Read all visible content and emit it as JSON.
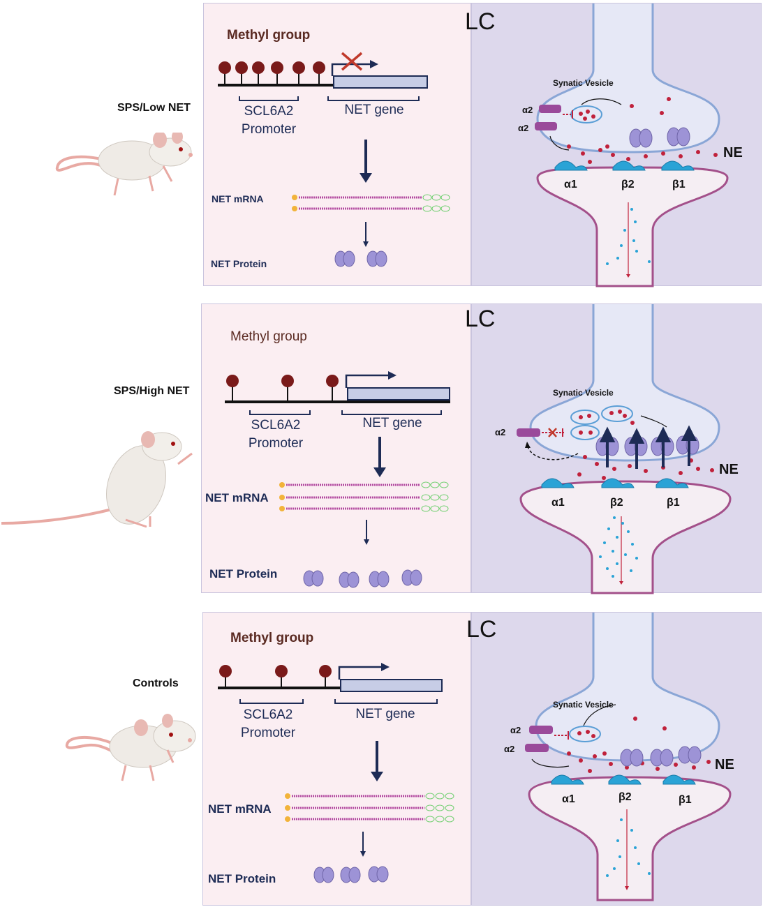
{
  "panels": [
    {
      "group_label": "SPS/Low NET",
      "methyl_title": "Methyl group",
      "promoter_label_1": "SCL6A2",
      "promoter_label_2": "Promoter",
      "gene_label": "NET gene",
      "mrna_label": "NET mRNA",
      "protein_label": "NET Protein",
      "lc_label": "LC",
      "vesicle_label": "Synatic Vesicle",
      "alpha2_labels": [
        "α2",
        "α2"
      ],
      "ne_label": "NE",
      "receptors": [
        "α1",
        "β2",
        "β1"
      ]
    },
    {
      "group_label": "SPS/High NET",
      "methyl_title": "Methyl group",
      "promoter_label_1": "SCL6A2",
      "promoter_label_2": "Promoter",
      "gene_label": "NET gene",
      "mrna_label": "NET mRNA",
      "protein_label": "NET Protein",
      "lc_label": "LC",
      "vesicle_label": "Synatic Vesicle",
      "alpha2_labels": [
        "α2"
      ],
      "ne_label": "NE",
      "receptors": [
        "α1",
        "β2",
        "β1"
      ]
    },
    {
      "group_label": "Controls",
      "methyl_title": "Methyl group",
      "promoter_label_1": "SCL6A2",
      "promoter_label_2": "Promoter",
      "gene_label": "NET gene",
      "mrna_label": "NET mRNA",
      "protein_label": "NET Protein",
      "lc_label": "LC",
      "vesicle_label": "Synatic Vesicle",
      "alpha2_labels": [
        "α2",
        "α2"
      ],
      "ne_label": "NE",
      "receptors": [
        "α1",
        "β2",
        "β1"
      ]
    }
  ],
  "colors": {
    "left_panel_bg": "#fbeef2",
    "right_panel_bg": "#ddd8ec",
    "methyl_pin": "#7a1a1a",
    "gene_box": "#c7cde6",
    "arrow_navy": "#1d2b55",
    "receptor_blue": "#2aa3d6",
    "net_protein": "#9d93d6",
    "alpha2_purple": "#9a4a9a",
    "ne_dot": "#c0213b",
    "block_x": "#c0392b"
  }
}
